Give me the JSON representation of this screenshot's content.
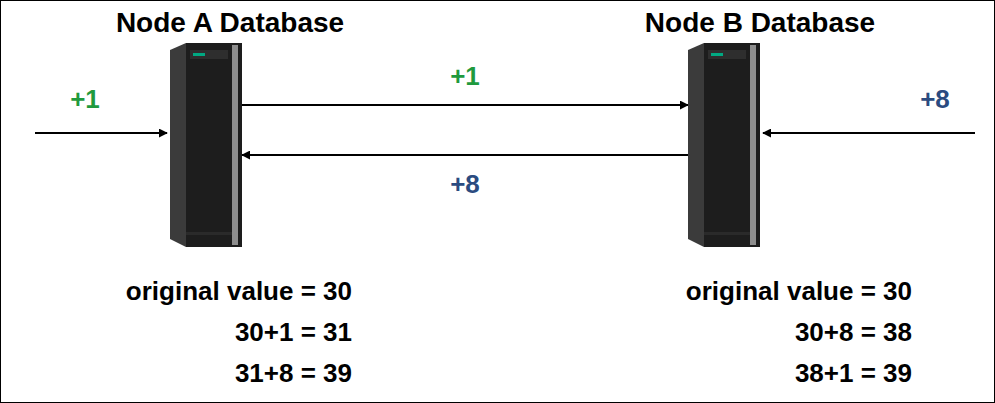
{
  "diagram": {
    "nodes": [
      {
        "text": [
          "Node A Database"
        ]
      },
      {
        "text": [
          "Node B Database"
        ]
      }
    ],
    "edges": [
      {
        "from": 0,
        "to": 1,
        "label": "+1",
        "arrow": "to"
      },
      {
        "from": 1,
        "to": 0,
        "label": "+8",
        "arrow": "to"
      }
    ],
    "labels": [
      "+1",
      "+8",
      "original value = 30",
      "30+1 = 31",
      "31+8 = 39",
      "original value = 30",
      "30+8 = 38",
      "38+1 = 39"
    ]
  }
}
